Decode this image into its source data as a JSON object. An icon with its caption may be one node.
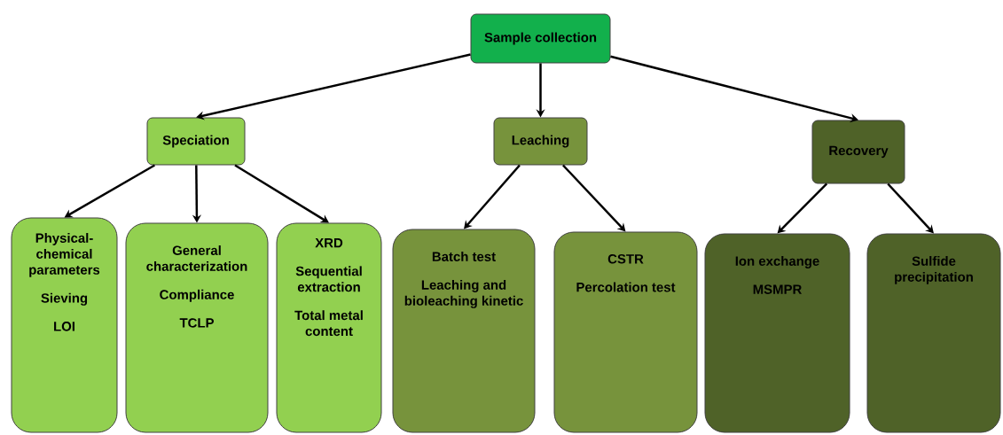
{
  "diagram": {
    "nodes": [
      {
        "text": [
          "Sample collection"
        ]
      },
      {
        "text": [
          "Speciation"
        ]
      },
      {
        "text": [
          "Leaching"
        ]
      },
      {
        "text": [
          "Recovery"
        ]
      },
      {
        "text": [
          "Physical-chemical parameters",
          "Sieving",
          "LOI"
        ]
      },
      {
        "text": [
          "General characterization",
          "Compliance",
          "TCLP"
        ]
      },
      {
        "text": [
          "XRD",
          "Sequential extraction",
          "Total metal content"
        ]
      },
      {
        "text": [
          "Batch test",
          "Leaching and bioleaching kinetic"
        ]
      },
      {
        "text": [
          "CSTR",
          "Percolation test"
        ]
      },
      {
        "text": [
          "Ion exchange",
          "MSMPR"
        ]
      },
      {
        "text": [
          "Sulfide precipitation"
        ]
      }
    ],
    "edges": [
      {
        "from": 0,
        "to": 1,
        "arrow": "to"
      },
      {
        "from": 0,
        "to": 2,
        "arrow": "to"
      },
      {
        "from": 0,
        "to": 3,
        "arrow": "to"
      },
      {
        "from": 1,
        "to": 4,
        "arrow": "to"
      },
      {
        "from": 1,
        "to": 5,
        "arrow": "to"
      },
      {
        "from": 1,
        "to": 6,
        "arrow": "to"
      },
      {
        "from": 2,
        "to": 7,
        "arrow": "to"
      },
      {
        "from": 2,
        "to": 8,
        "arrow": "to"
      },
      {
        "from": 3,
        "to": 9,
        "arrow": "to"
      },
      {
        "from": 3,
        "to": 10,
        "arrow": "to"
      }
    ]
  }
}
